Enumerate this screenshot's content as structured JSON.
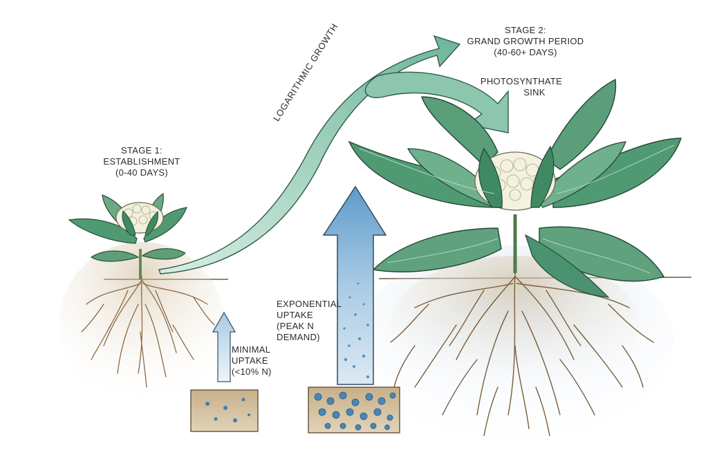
{
  "stage1": {
    "title": "STAGE 1:",
    "name": "ESTABLISHMENT",
    "duration": "(0-40 DAYS)"
  },
  "stage2": {
    "title": "STAGE 2:",
    "name": "GRAND GROWTH PERIOD",
    "duration": "(40-60+ DAYS)"
  },
  "growth_arrow": {
    "label": "LOGARITHMIC GROWTH"
  },
  "sink": {
    "line1": "PHOTOSYNTHATE",
    "line2": "SINK"
  },
  "minimal_uptake": {
    "line1": "MINIMAL",
    "line2": "UPTAKE",
    "line3": "(<10% N)"
  },
  "exponential_uptake": {
    "line1": "EXPONENTIAL",
    "line2": "UPTAKE",
    "line3": "(PEAK N",
    "line4": "DEMAND)"
  },
  "colors": {
    "leaf": "#4f9a72",
    "leaf_light": "#8cc4a0",
    "leaf_dark": "#2f6e4f",
    "curd": "#f2f0de",
    "root": "#8a6a45",
    "soil": "#c9b28c",
    "arrow_green": "#7fbfa8",
    "arrow_blue": "#8fb8d8",
    "nutrient": "#3f7fb0"
  },
  "icons": {
    "small_plant": "cauliflower-seedling",
    "large_plant": "mature-cauliflower",
    "growth_arrow": "curved-arrow",
    "uptake_arrow": "up-arrow",
    "soil_sample": "soil-block"
  }
}
